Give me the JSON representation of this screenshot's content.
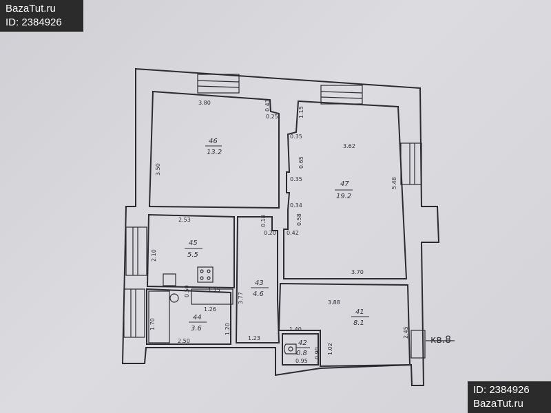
{
  "watermarks": {
    "site": "BazaTut.ru",
    "id": "ID: 2384926"
  },
  "apartment_label": "кв.8",
  "rooms": [
    {
      "number": "46",
      "area": "13.2"
    },
    {
      "number": "47",
      "area": "19.2"
    },
    {
      "number": "45",
      "area": "5.5"
    },
    {
      "number": "43",
      "area": "4.6"
    },
    {
      "number": "44",
      "area": "3.6"
    },
    {
      "number": "41",
      "area": "8.1"
    },
    {
      "number": "42",
      "area": "0.8"
    }
  ],
  "dimensions": [
    "3.80",
    "3.50",
    "0.43",
    "0.25",
    "1.15",
    "0.35",
    "0.65",
    "0.35",
    "0.34",
    "0.58",
    "0.42",
    "3.62",
    "5.48",
    "3.70",
    "2.53",
    "2.10",
    "0.20",
    "0.18",
    "0.50",
    "1.15",
    "1.26",
    "1.70",
    "2.50",
    "1.20",
    "3.77",
    "1.23",
    "3.88",
    "1.40",
    "0.95",
    "0.90",
    "1.02",
    "2.45"
  ]
}
